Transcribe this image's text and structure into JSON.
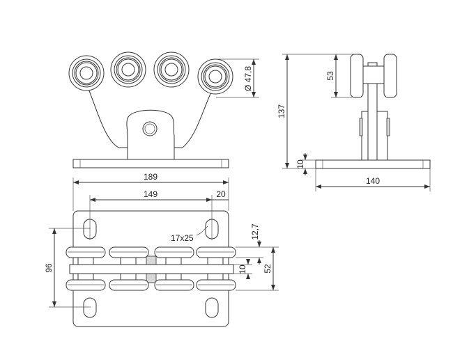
{
  "drawing": {
    "front_view": {
      "wheel_diameter": "Ø 47,8"
    },
    "plan_view": {
      "overall_width": "189",
      "hole_spacing": "149",
      "edge_offset": "20",
      "slot_size": "17x25",
      "hole_vertical_spacing": "96",
      "wheel_height": "12,7",
      "bar_thickness": "10",
      "wheel_span": "52"
    },
    "side_view": {
      "overall_height": "137",
      "wheel_height": "53",
      "plate_thickness": "10",
      "plate_length": "140"
    }
  }
}
